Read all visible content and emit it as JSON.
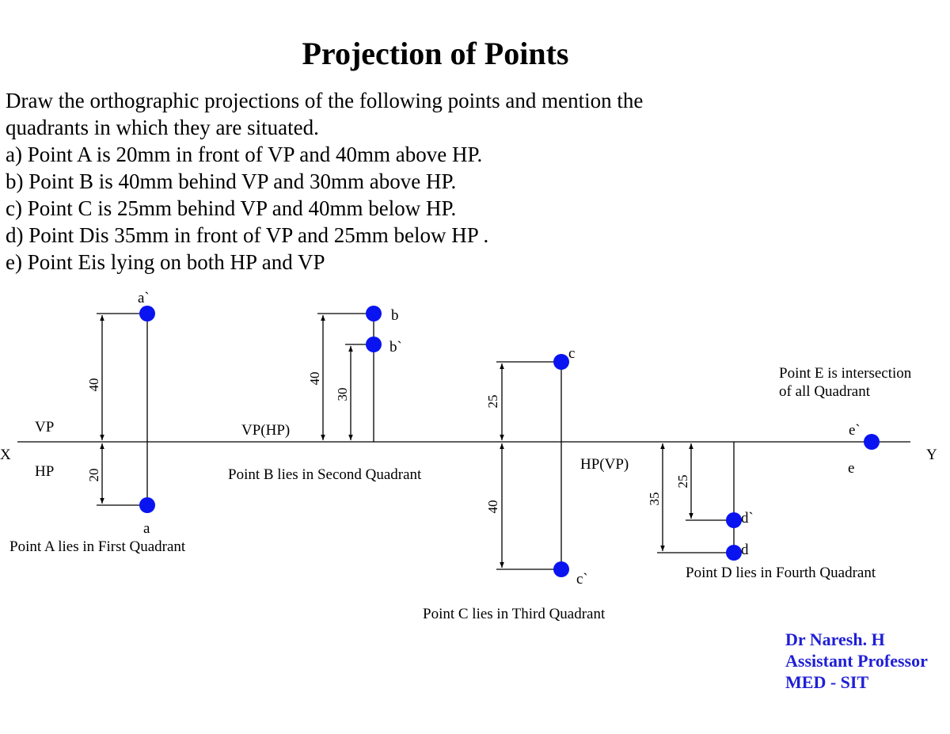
{
  "title": "Projection of Points",
  "problem": {
    "lines": [
      "Draw the orthographic projections of the following points and mention the",
      "quadrants in which they are situated.",
      "a) Point A is 20mm in front of VP and 40mm above HP.",
      "b) Point B is 40mm behind VP and 30mm above HP.",
      "c) Point C is 25mm behind VP and 40mm below HP.",
      "d) Point Dis 35mm in front of VP and 25mm below HP .",
      "e) Point Eis lying on both HP and VP"
    ]
  },
  "diagram": {
    "axis": {
      "left": "X",
      "right": "Y"
    },
    "colors": {
      "point": "#0a14f0",
      "line": "#000000",
      "credit": "#1f1fd6"
    },
    "point_a": {
      "elevation": "a`",
      "plan": "a",
      "above_label": "VP",
      "below_label": "HP",
      "dim_upper": "40",
      "dim_lower": "20",
      "caption": "Point A lies in  First Quadrant"
    },
    "point_b": {
      "top": "b",
      "lower": "b`",
      "plane_label": "VP(HP)",
      "dim_outer": "40",
      "dim_inner": "30",
      "caption": "Point B lies in  Second Quadrant"
    },
    "point_c": {
      "top": "c",
      "bottom": "c`",
      "dim_upper": "25",
      "dim_lower": "40",
      "plane_label": "HP(VP)",
      "caption": "Point C lies in  Third Quadrant"
    },
    "point_d": {
      "upper": "d`",
      "lower": "d",
      "dim_outer": "35",
      "dim_inner": "25",
      "caption": "Point D lies in Fourth Quadrant"
    },
    "point_e": {
      "elevation": "e`",
      "plan": "e",
      "note_line1": "Point E is intersection",
      "note_line2": "of all Quadrant"
    }
  },
  "credit": {
    "name": "Dr Naresh. H",
    "role": "Assistant Professor",
    "dept": "MED - SIT"
  }
}
